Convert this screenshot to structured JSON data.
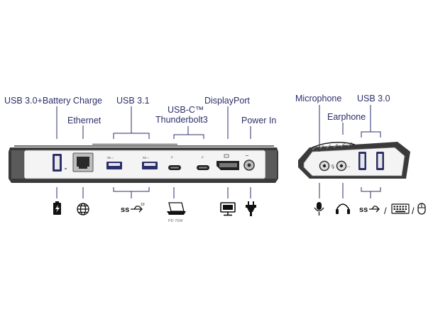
{
  "colors": {
    "label": "#2b2f6b",
    "line": "#2b2f6b",
    "device_body": "#3a3a3a",
    "device_face": "#f2f2f2",
    "port": "#222222",
    "usb_blue": "#2b2f6b",
    "icon": "#111111"
  },
  "labels": {
    "usb30_charge": "USB 3.0+Battery Charge",
    "ethernet": "Ethernet",
    "usb31": "USB 3.1",
    "usbc_line1": "USB-C™",
    "usbc_line2": "Thunderbolt3",
    "displayport": "DisplayPort",
    "power_in": "Power In",
    "microphone": "Microphone",
    "earphone": "Earphone",
    "usb30": "USB 3.0"
  },
  "icons": {
    "usb30_charge": "battery-charge-icon",
    "ethernet": "network-globe-icon",
    "usb31": "ss-usb-10-icon",
    "usbc": "laptop-icon",
    "displayport": "monitor-icon",
    "power_in": "power-plug-icon",
    "microphone": "microphone-icon",
    "earphone": "headphones-icon",
    "usb30": "ss-usb-icon",
    "keyboard": "keyboard-icon",
    "mouse": "mouse-icon"
  },
  "captions": {
    "pd": "PD 70W",
    "ss10": "10",
    "separator": "/"
  }
}
